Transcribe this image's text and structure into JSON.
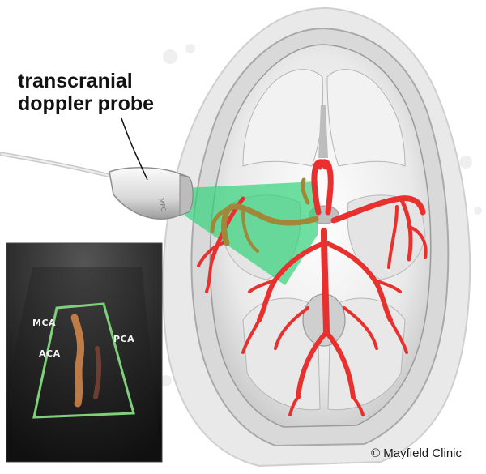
{
  "figure": {
    "probe_label_line1": "transcranial",
    "probe_label_line2": "doppler probe",
    "probe_brand": "MFC",
    "ultrasound_labels": {
      "mca": "MCA",
      "aca": "ACA",
      "pca": "PCA"
    },
    "copyright": "© Mayfield Clinic"
  },
  "colors": {
    "artery_red": "#e8312f",
    "beam_green": "#33d17a",
    "probed_vessel": "#a08838",
    "skull_gray": "#d9d9d9",
    "ultrasound_window": "#7fd07a"
  }
}
